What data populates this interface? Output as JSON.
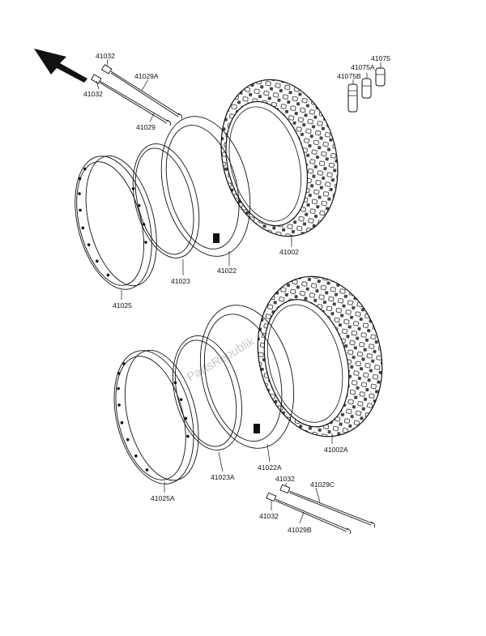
{
  "watermark": "PartsRepublik",
  "labels": {
    "l41032_top": "41032",
    "l41032_left": "41032",
    "l41029A": "41029A",
    "l41029": "41029",
    "l41075": "41075",
    "l41075A": "41075A",
    "l41075B": "41075B",
    "l41002": "41002",
    "l41022": "41022",
    "l41023": "41023",
    "l41025": "41025",
    "l41002A": "41002A",
    "l41022A": "41022A",
    "l41023A": "41023A",
    "l41025A": "41025A",
    "l41032_bot_top": "41032",
    "l41032_bot_left": "41032",
    "l41029C": "41029C",
    "l41029B": "41029B"
  }
}
